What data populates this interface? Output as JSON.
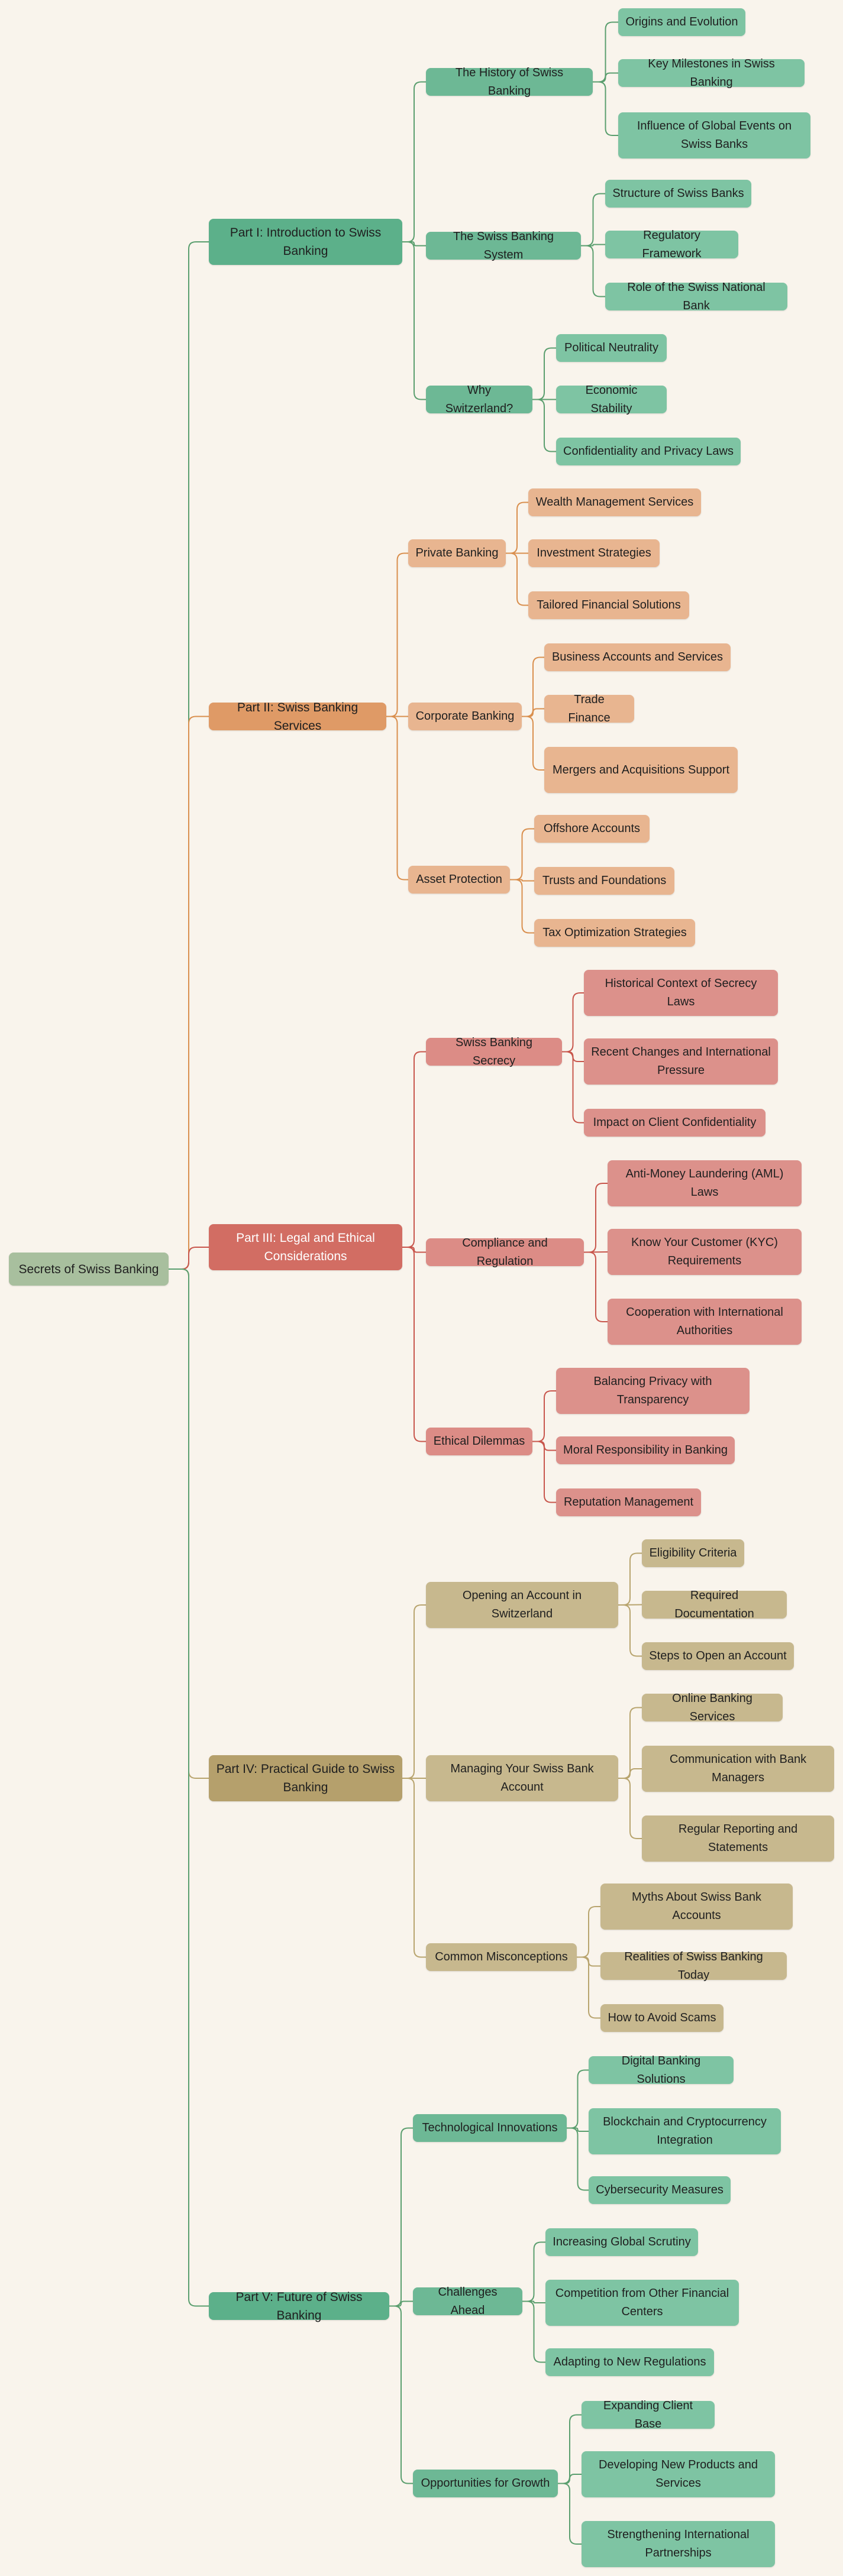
{
  "root": {
    "label": "Secrets of Swiss Banking",
    "color": "#a8bf9e"
  },
  "parts": [
    {
      "label": "Part I: Introduction to Swiss Banking",
      "color": "#5cb08a",
      "line": "#5a9e6e",
      "sub_color": "#6db895",
      "leaf_color": "#7ec4a3",
      "sections": [
        {
          "label": "The History of Swiss Banking",
          "leaves": [
            "Origins and Evolution",
            "Key Milestones in Swiss Banking",
            "Influence of Global Events on Swiss Banks"
          ]
        },
        {
          "label": "The Swiss Banking System",
          "leaves": [
            "Structure of Swiss Banks",
            "Regulatory Framework",
            "Role of the Swiss National Bank"
          ]
        },
        {
          "label": "Why Switzerland?",
          "leaves": [
            "Political Neutrality",
            "Economic Stability",
            "Confidentiality and Privacy Laws"
          ]
        }
      ]
    },
    {
      "label": "Part II: Swiss Banking Services",
      "color": "#df9a66",
      "line": "#d98f4e",
      "sub_color": "#e8b590",
      "leaf_color": "#e8b590",
      "sections": [
        {
          "label": "Private Banking",
          "leaves": [
            "Wealth Management Services",
            "Investment Strategies",
            "Tailored Financial Solutions"
          ]
        },
        {
          "label": "Corporate Banking",
          "leaves": [
            "Business Accounts and Services",
            "Trade Finance",
            "Mergers and Acquisitions Support"
          ]
        },
        {
          "label": "Asset Protection",
          "leaves": [
            "Offshore Accounts",
            "Trusts and Foundations",
            "Tax Optimization Strategies"
          ]
        }
      ]
    },
    {
      "label": "Part III: Legal and Ethical Considerations",
      "color": "#d26d63",
      "line": "#c8564c",
      "sub_color": "#dc8c86",
      "leaf_color": "#dc918b",
      "sections": [
        {
          "label": "Swiss Banking Secrecy",
          "leaves": [
            "Historical Context of Secrecy Laws",
            "Recent Changes and International Pressure",
            "Impact on Client Confidentiality"
          ]
        },
        {
          "label": "Compliance and Regulation",
          "leaves": [
            "Anti-Money Laundering (AML) Laws",
            "Know Your Customer (KYC) Requirements",
            "Cooperation with International Authorities"
          ]
        },
        {
          "label": "Ethical Dilemmas",
          "leaves": [
            "Balancing Privacy with Transparency",
            "Moral Responsibility in Banking",
            "Reputation Management"
          ]
        }
      ]
    },
    {
      "label": "Part IV: Practical Guide to Swiss Banking",
      "color": "#b5a06c",
      "line": "#b8a46e",
      "sub_color": "#c7b88e",
      "leaf_color": "#c7b88e",
      "sections": [
        {
          "label": "Opening an Account in Switzerland",
          "leaves": [
            "Eligibility Criteria",
            "Required Documentation",
            "Steps to Open an Account"
          ]
        },
        {
          "label": "Managing Your Swiss Bank Account",
          "leaves": [
            "Online Banking Services",
            "Communication with Bank Managers",
            "Regular Reporting and Statements"
          ]
        },
        {
          "label": "Common Misconceptions",
          "leaves": [
            "Myths About Swiss Bank Accounts",
            "Realities of Swiss Banking Today",
            "How to Avoid Scams"
          ]
        }
      ]
    },
    {
      "label": "Part V: Future of Swiss Banking",
      "color": "#5cb08a",
      "line": "#5a9e6e",
      "sub_color": "#6db895",
      "leaf_color": "#7ec4a3",
      "sections": [
        {
          "label": "Technological Innovations",
          "leaves": [
            "Digital Banking Solutions",
            "Blockchain and Cryptocurrency Integration",
            "Cybersecurity Measures"
          ]
        },
        {
          "label": "Challenges Ahead",
          "leaves": [
            "Increasing Global Scrutiny",
            "Competition from Other Financial Centers",
            "Adapting to New Regulations"
          ]
        },
        {
          "label": "Opportunities for Growth",
          "leaves": [
            "Expanding Client Base",
            "Developing New Products and Services",
            "Strengthening International Partnerships"
          ]
        }
      ]
    }
  ]
}
